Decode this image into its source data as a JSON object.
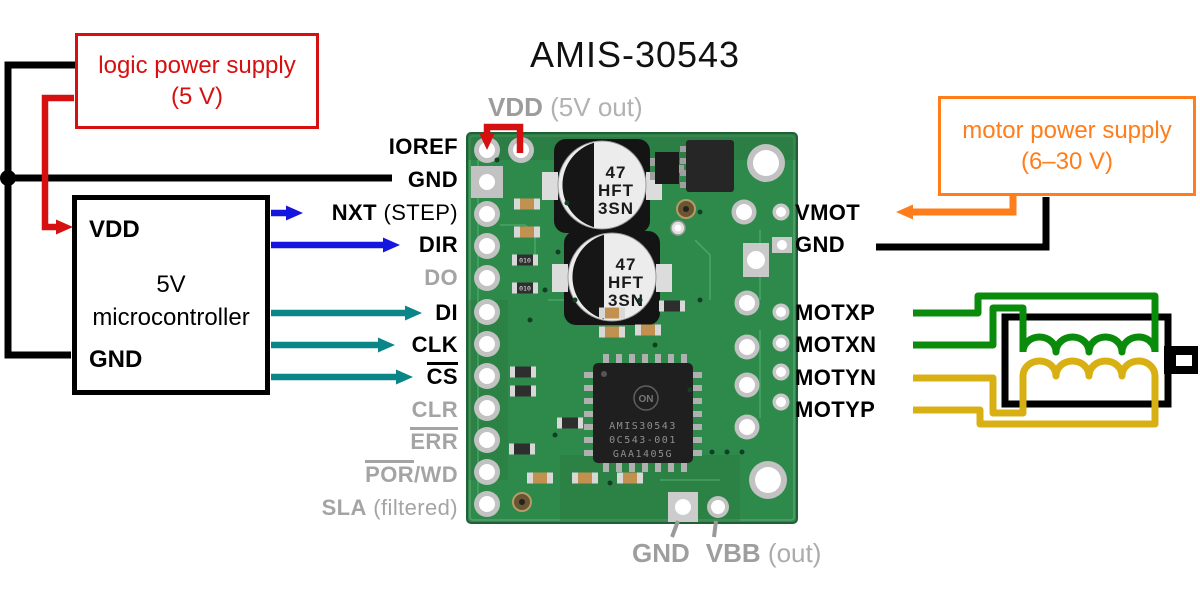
{
  "title": "AMIS-30543",
  "colors": {
    "red": "#d61010",
    "blue": "#1515e0",
    "teal": "#0a8588",
    "orange": "#ff7d1a",
    "motor_green": "#0b8b0b",
    "motor_yellow": "#d9b014",
    "gray_label": "#a4a4a4",
    "black": "#000000",
    "pcb_green": "#2e8a4a"
  },
  "supplies": {
    "logic": {
      "line1": "logic power supply",
      "line2": "(5 V)"
    },
    "motor": {
      "line1": "motor power supply",
      "line2": "(6–30 V)"
    }
  },
  "microcontroller": {
    "pin_vdd": "VDD",
    "pin_gnd": "GND",
    "line1": "5V",
    "line2": "microcontroller"
  },
  "board": {
    "vdd_out": {
      "name": "VDD",
      "note": " (5V out)"
    },
    "gnd_bottom": "GND",
    "vbb": {
      "name": "VBB",
      "note": " (out)"
    },
    "capacitor": {
      "line1": "47",
      "line2": "HFT",
      "line3": "3SN"
    },
    "chip": {
      "logo": "ON",
      "line1": "AMIS30543",
      "line2": "0C543-001",
      "line3": "GAA1405G"
    },
    "resistor_marking": "010"
  },
  "left_pins": [
    {
      "label": "IOREF"
    },
    {
      "label": "GND"
    },
    {
      "label": "NXT",
      "suffix": " (STEP)"
    },
    {
      "label": "DIR"
    },
    {
      "label": "DO"
    },
    {
      "label": "DI"
    },
    {
      "label": "CLK"
    },
    {
      "label": "CS"
    },
    {
      "label": "CLR"
    },
    {
      "label": "ERR"
    },
    {
      "label": "POR",
      "label2": "/WD"
    },
    {
      "label": "SLA",
      "suffix": " (filtered)"
    }
  ],
  "right_pins": [
    {
      "label": "VMOT"
    },
    {
      "label": "GND"
    },
    {
      "label": "MOTXP"
    },
    {
      "label": "MOTXN"
    },
    {
      "label": "MOTYN"
    },
    {
      "label": "MOTYP"
    }
  ]
}
